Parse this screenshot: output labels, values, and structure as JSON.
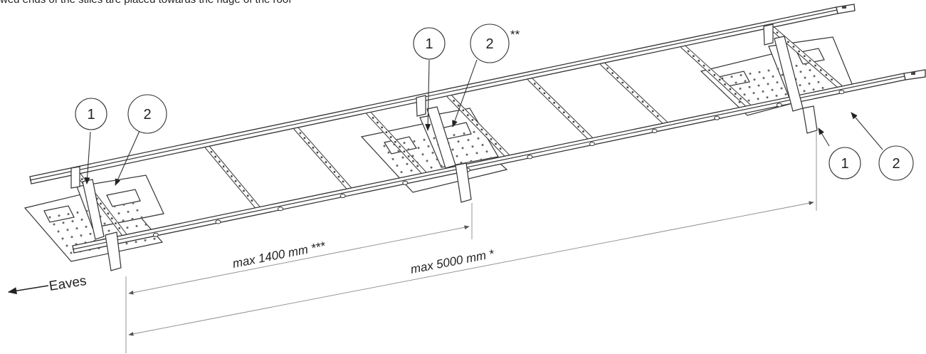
{
  "caption": "wed ends of the stiles are placed towards the ridge of the roof",
  "callouts": {
    "left_1": "1",
    "left_2": "2",
    "middle_1": "1",
    "middle_2": "2",
    "middle_2_mark": "**",
    "right_1": "1",
    "right_2": "2"
  },
  "dimensions": {
    "short": "max 1400 mm ***",
    "long": "max 5000 mm *"
  },
  "direction_label": "Eaves"
}
